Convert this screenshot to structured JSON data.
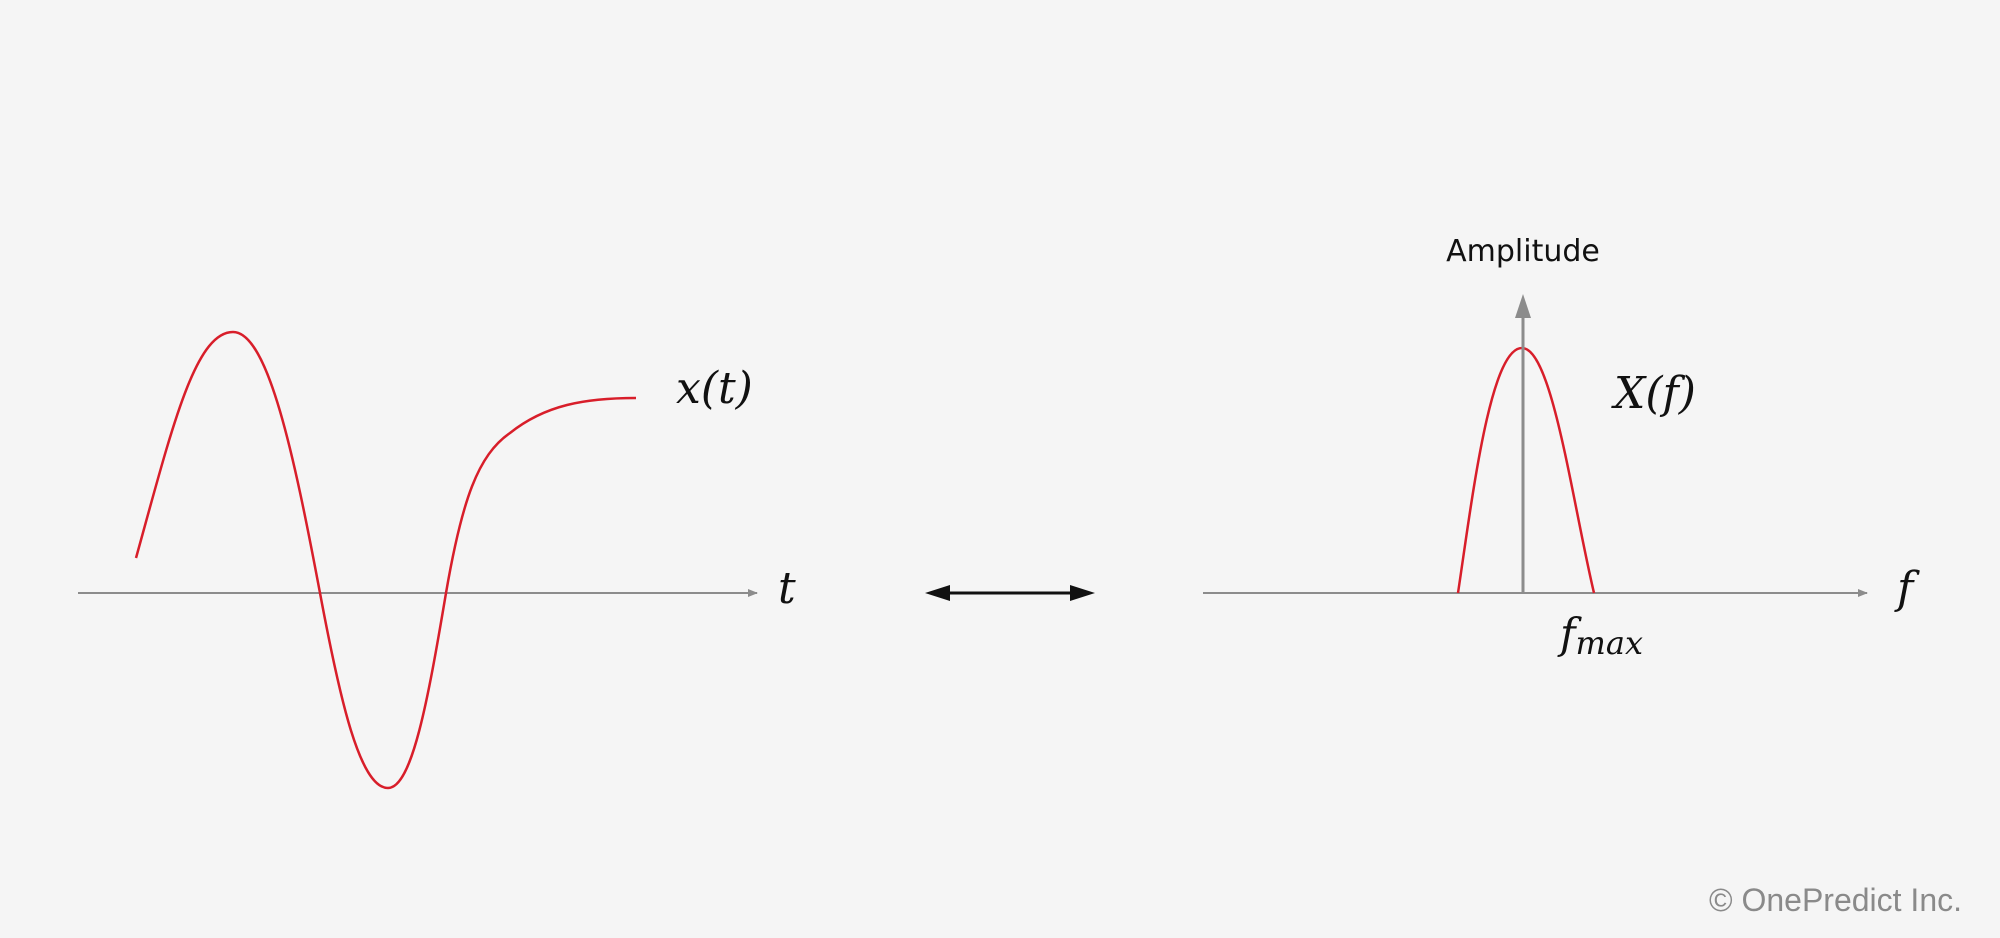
{
  "time_domain": {
    "signal_label": "x(t)",
    "axis_label": "t"
  },
  "transform_relation": {
    "icon": "double-headed-arrow-icon"
  },
  "frequency_domain": {
    "vertical_axis_label": "Amplitude",
    "spectrum_label": "X(f)",
    "axis_label": "f",
    "max_frequency_base": "f",
    "max_frequency_subscript": "max"
  },
  "copyright": "© OnePredict Inc.",
  "colors": {
    "background": "#f5f5f5",
    "curve": "#d81e2a",
    "axis": "#8c8c8c",
    "arrow": "#111111",
    "text": "#111111",
    "copyright": "#8a8a8a"
  }
}
